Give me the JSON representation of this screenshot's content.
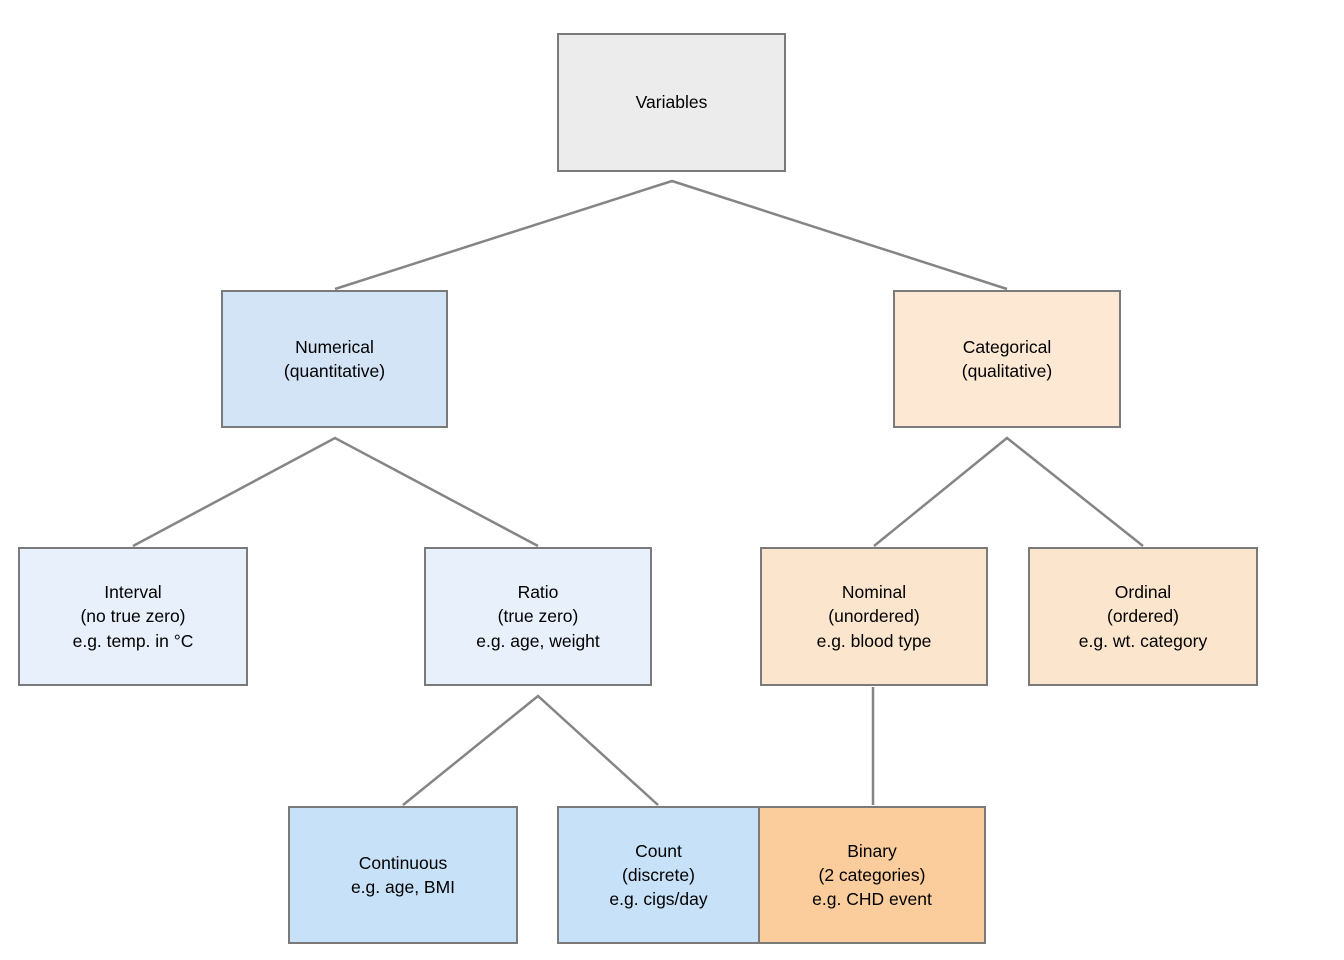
{
  "diagram": {
    "type": "tree",
    "root": "variables",
    "colors": {
      "line": "#858585",
      "border": "#7a7a7a",
      "root_fill": "#ececec",
      "blue_level1": "#d2e4f6",
      "blue_level2": "#e7f0fb",
      "blue_level3": "#c7e2f8",
      "orange_light": "#fce5cd",
      "orange_dark": "#fbcd9c",
      "text": "#000000"
    },
    "nodes": {
      "variables": {
        "line1": "Variables",
        "fill": "#ececec"
      },
      "numerical": {
        "line1": "Numerical",
        "line2": "(quantitative)",
        "fill": "#d2e4f6"
      },
      "categorical": {
        "line1": "Categorical",
        "line2": "(qualitative)",
        "fill": "#fce8d3"
      },
      "interval": {
        "line1": "Interval",
        "line2": "(no true zero)",
        "line3": "e.g. temp. in °C",
        "fill": "#e7f0fb"
      },
      "ratio": {
        "line1": "Ratio",
        "line2": "(true zero)",
        "line3": "e.g. age, weight",
        "fill": "#e7f0fb"
      },
      "nominal": {
        "line1": "Nominal",
        "line2": "(unordered)",
        "line3": "e.g. blood type",
        "fill": "#fce5cd"
      },
      "ordinal": {
        "line1": "Ordinal",
        "line2": "(ordered)",
        "line3": "e.g. wt. category",
        "fill": "#fce5cd"
      },
      "continuous": {
        "line1": "Continuous",
        "line2": "e.g. age, BMI",
        "fill": "#c7e2f8"
      },
      "count": {
        "line1": "Count",
        "line2": "(discrete)",
        "line3": "e.g. cigs/day",
        "fill": "#c7e2f8"
      },
      "binary": {
        "line1": "Binary",
        "line2": "(2 categories)",
        "line3": "e.g. CHD event",
        "fill": "#fbcd9c"
      }
    },
    "edges": [
      {
        "from": "variables",
        "to": "numerical"
      },
      {
        "from": "variables",
        "to": "categorical"
      },
      {
        "from": "numerical",
        "to": "interval"
      },
      {
        "from": "numerical",
        "to": "ratio"
      },
      {
        "from": "categorical",
        "to": "nominal"
      },
      {
        "from": "categorical",
        "to": "ordinal"
      },
      {
        "from": "ratio",
        "to": "continuous"
      },
      {
        "from": "ratio",
        "to": "count"
      },
      {
        "from": "nominal",
        "to": "binary"
      }
    ]
  }
}
